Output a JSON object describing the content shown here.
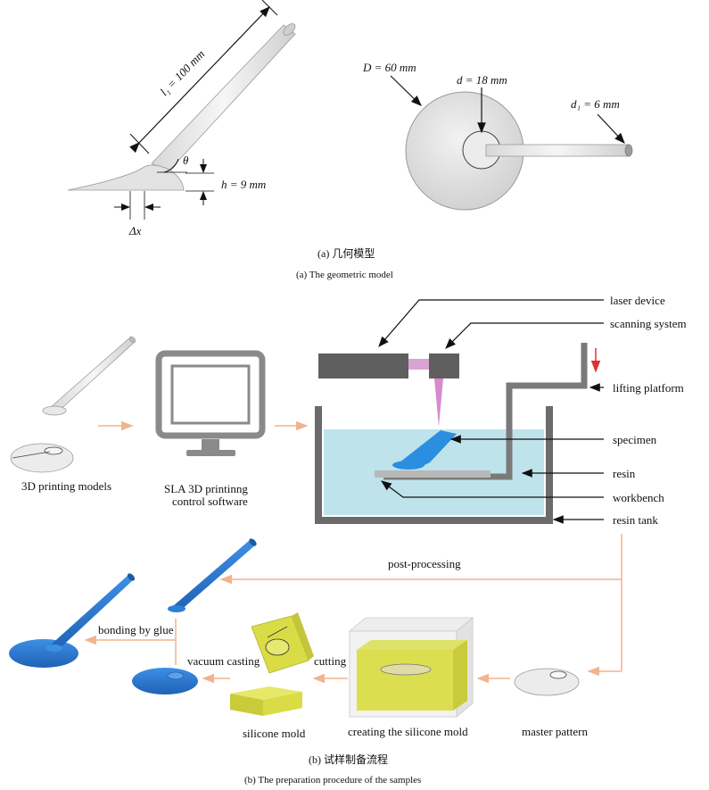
{
  "part_a": {
    "l1_label": "l₁ = 100 mm",
    "theta_label": "θ",
    "h_label": "h = 9 mm",
    "dx_label": "Δx",
    "D_label": "D = 60 mm",
    "d_label": "d = 18 mm",
    "d1_label": "d₁ = 6 mm",
    "caption_cn": "(a) 几何模型",
    "caption_en": "(a) The geometric model"
  },
  "part_b": {
    "models_label": "3D printing models",
    "software_label_1": "SLA 3D printinng",
    "software_label_2": "control software",
    "laser_device": "laser device",
    "scanning_system": "scanning system",
    "lifting_platform": "lifting platform",
    "specimen": "specimen",
    "resin": "resin",
    "workbench": "workbench",
    "resin_tank": "resin tank",
    "post_processing": "post-processing",
    "bonding_by_glue": "bonding by glue",
    "vacuum_casting": "vacuum casting",
    "cutting": "cutting",
    "silicone_mold": "silicone mold",
    "creating_mold": "creating the silicone mold",
    "master_pattern": "master pattern",
    "caption_cn": "(b) 试样制备流程",
    "caption_en": "(b) The preparation procedure of the samples"
  },
  "colors": {
    "arrow_orange": "#f2b48c",
    "tank_gray": "#6b6b6b",
    "resin_cyan": "#bfe3ea",
    "specimen_blue": "#2e7fd6",
    "mold_yellow": "#d9dc45",
    "laser_pink": "#d060c8"
  }
}
